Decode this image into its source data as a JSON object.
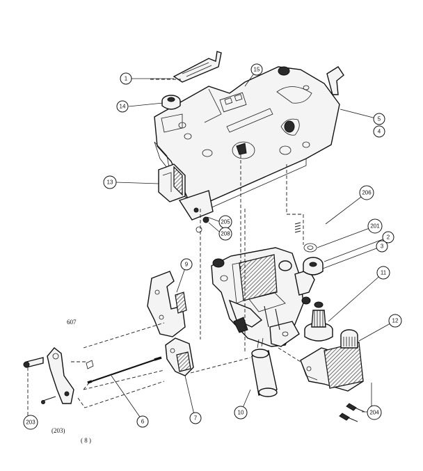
{
  "callouts": {
    "c1": "1",
    "c2": "2",
    "c3": "3",
    "c4": "4",
    "c5": "5",
    "c6": "6",
    "c7": "7",
    "c9": "9",
    "c10": "10",
    "c11": "11",
    "c12": "12",
    "c13": "13",
    "c14": "14",
    "c15": "15",
    "c201": "201",
    "c203": "203",
    "c204": "204",
    "c205": "205",
    "c206": "206",
    "c208": "208"
  },
  "loose_labels": {
    "l607": "607",
    "l203b": "(203)",
    "l8": "( 8 )"
  }
}
